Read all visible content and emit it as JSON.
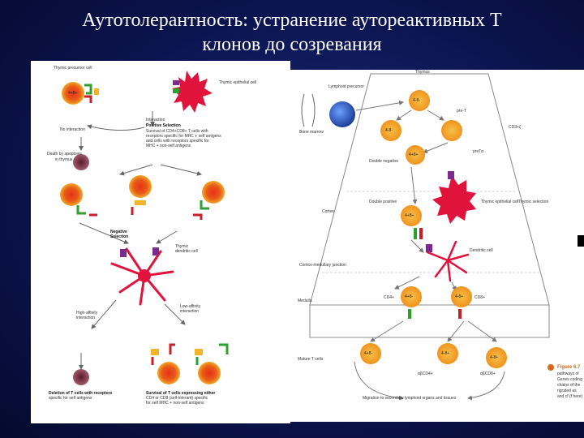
{
  "slide": {
    "title_line1": "Аутотолерантность: устранение аутореактивных Т",
    "title_line2": "клонов до созревания"
  },
  "left_figure": {
    "precursor": "Thymic precursor cell",
    "epithelial": "Thymic epithelial cell",
    "no_interaction": "No interaction",
    "interaction": "Interaction",
    "positive_selection": "Positive Selection",
    "positive_desc_1": "Survival of CD4+CD8+ T cells with",
    "positive_desc_2": "receptors specific for MHC + self antigens",
    "positive_desc_3": "and cells with receptors specific for",
    "positive_desc_4": "MHC + non-self antigens",
    "apoptosis": "Death by apoptosis",
    "apoptosis_2": "in thymus",
    "negative_selection": "Negative",
    "negative_selection_2": "Selection",
    "dendritic": "Thymic",
    "dendritic_2": "dendritic cell",
    "high_affinity": "High-affinity",
    "high_affinity_2": "interaction",
    "low_affinity": "Low-affinity",
    "low_affinity_2": "interaction",
    "deletion_1": "Deletion of T cells with receptors",
    "deletion_2": "specific for self antigens",
    "survival_1": "Survival of T cells expressing either",
    "survival_2": "CD4 or CD8 (self-tolerant) specific",
    "survival_3": "for self MHC + non-self antigens",
    "cell_labels": [
      "4+8+"
    ]
  },
  "right_figure": {
    "thymus_top": "Thymus",
    "lymphoid_precursor": "Lymphoid precursor",
    "bone_marrow": "Bone marrow",
    "double_negative": "Double negative",
    "cell_dn": "4-8-",
    "cell_dn2": "4-8-",
    "pre_t": "pre-T",
    "cd3": "CD3+ζ",
    "pre_tcr": "preTα",
    "cell_dp1": "4+8+",
    "double_positive": "Double positive",
    "double_positive_2": "Double positive",
    "cell_dp2": "4+8+",
    "thymic_epithelial": "Thymic epithelial cell",
    "thymic_selection": "Thymic selection",
    "cortex": "Cortex",
    "dendritic_cell": "Dendritic cell",
    "cortico_medullary": "Cortico-medullary junction",
    "medulla": "Medulla",
    "cd4_label": "CD4+",
    "cd8_label": "CD8+",
    "cell_sp4": "4+8-",
    "cell_sp8": "4-8+",
    "mature_t": "Mature T cells",
    "cell_m1": "4+8-",
    "cell_m2": "4-8+",
    "cell_m3": "4-8+",
    "tcr_cd4": "αβCD4+",
    "tcr_cd8": "αβCD8+",
    "migration": "Migration to secondary lymphoid organs and tissues",
    "caption_1": "Figure 6.7",
    "caption_2": "pathways of",
    "caption_3": "Genes coding",
    "caption_4": "chains of the",
    "caption_5": "rigrated as",
    "caption_6": "and cf (f here)"
  },
  "colors": {
    "cell_fill": "#f0a020",
    "cell_core": "#e23a1a",
    "epithelial": "#e0133c",
    "receptor_green": "#2ea030",
    "receptor_red": "#c6202a",
    "receptor_yellow": "#f2b52a",
    "dead_cell": "#8a3a4e",
    "blue_cell": "#2a5fc4",
    "caption_orange": "#d9681c"
  }
}
